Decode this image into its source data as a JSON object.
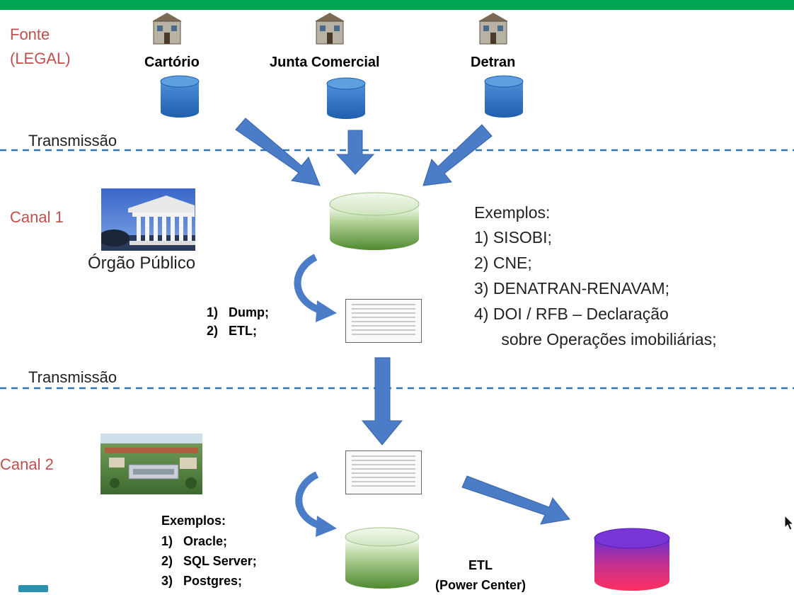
{
  "header": {
    "fonte_label": "Fonte\n(LEGAL)",
    "sources": [
      {
        "name": "Cartório",
        "icon": "building-icon"
      },
      {
        "name": "Junta Comercial",
        "icon": "building-icon"
      },
      {
        "name": "Detran",
        "icon": "building-icon"
      }
    ]
  },
  "separators": {
    "transmissao_1": "Transmissão",
    "transmissao_2": "Transmissão"
  },
  "canal1": {
    "label": "Canal 1",
    "org_label": "Órgão Público",
    "methods": "1)   Dump;\n2)   ETL;",
    "examples_title": "Exemplos:",
    "examples": [
      "1)  SISOBI;",
      "2)  CNE;",
      "3)  DENATRAN-RENAVAM;",
      "4)  DOI / RFB – Declaração",
      "      sobre Operações imobiliárias;"
    ]
  },
  "canal2": {
    "label": "Canal 2",
    "examples_title": "Exemplos:",
    "examples": [
      "1)   Oracle;",
      "2)   SQL Server;",
      "3)   Postgres;"
    ],
    "etl_label": "ETL\n(Power Center)"
  },
  "colors": {
    "top_bar": "#00a651",
    "red_text": "#c0504d",
    "arrow_blue": "#4a7cc7",
    "db_blue": "#2e75c8",
    "db_green": "#6aa84f",
    "db_gradient_top": "#7e2fc8",
    "db_gradient_bottom": "#ff2a6a",
    "dash_blue": "#2e75b6"
  }
}
